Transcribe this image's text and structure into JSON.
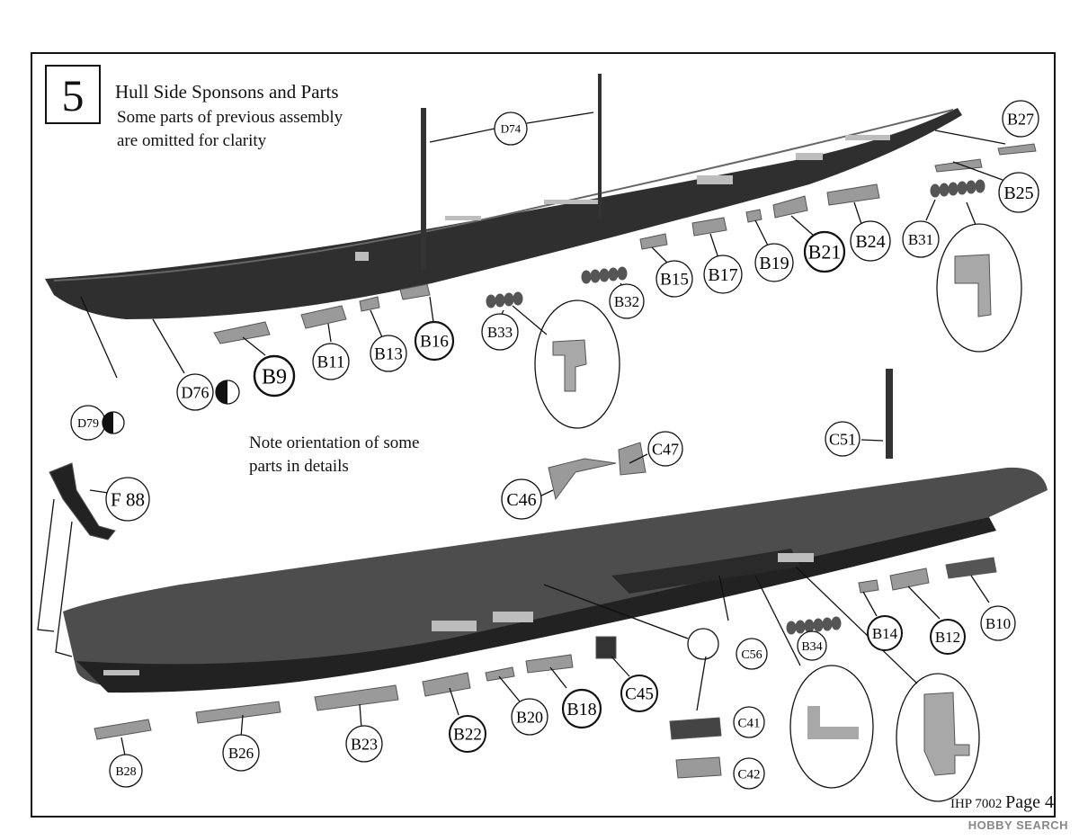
{
  "step": {
    "number": "5",
    "title": "Hull Side Sponsons and Parts",
    "subtitle_line1": "Some parts of previous assembly",
    "subtitle_line2": "are omitted for clarity"
  },
  "note": {
    "line1": "Note orientation of some",
    "line2": "parts in details"
  },
  "footer": {
    "code": "IHP 7002",
    "page": "Page 4"
  },
  "watermark": "HOBBY SEARCH",
  "parts_top": [
    "D74",
    "B27",
    "B25",
    "B31",
    "B24",
    "B21",
    "B19",
    "B17",
    "B15",
    "B32",
    "B33",
    "B16",
    "B13",
    "B11",
    "B9",
    "D76",
    "D79"
  ],
  "parts_bottom": [
    "F 88",
    "C47",
    "C46",
    "C51",
    "B10",
    "B12",
    "B14",
    "B34",
    "C56",
    "C41",
    "C42",
    "C45",
    "B18",
    "B20",
    "B22",
    "B23",
    "B26",
    "B28"
  ],
  "colors": {
    "hull": "#2e2e2e",
    "deck": "#4a4a4a",
    "part": "#9a9a9a",
    "ink": "#111111"
  }
}
